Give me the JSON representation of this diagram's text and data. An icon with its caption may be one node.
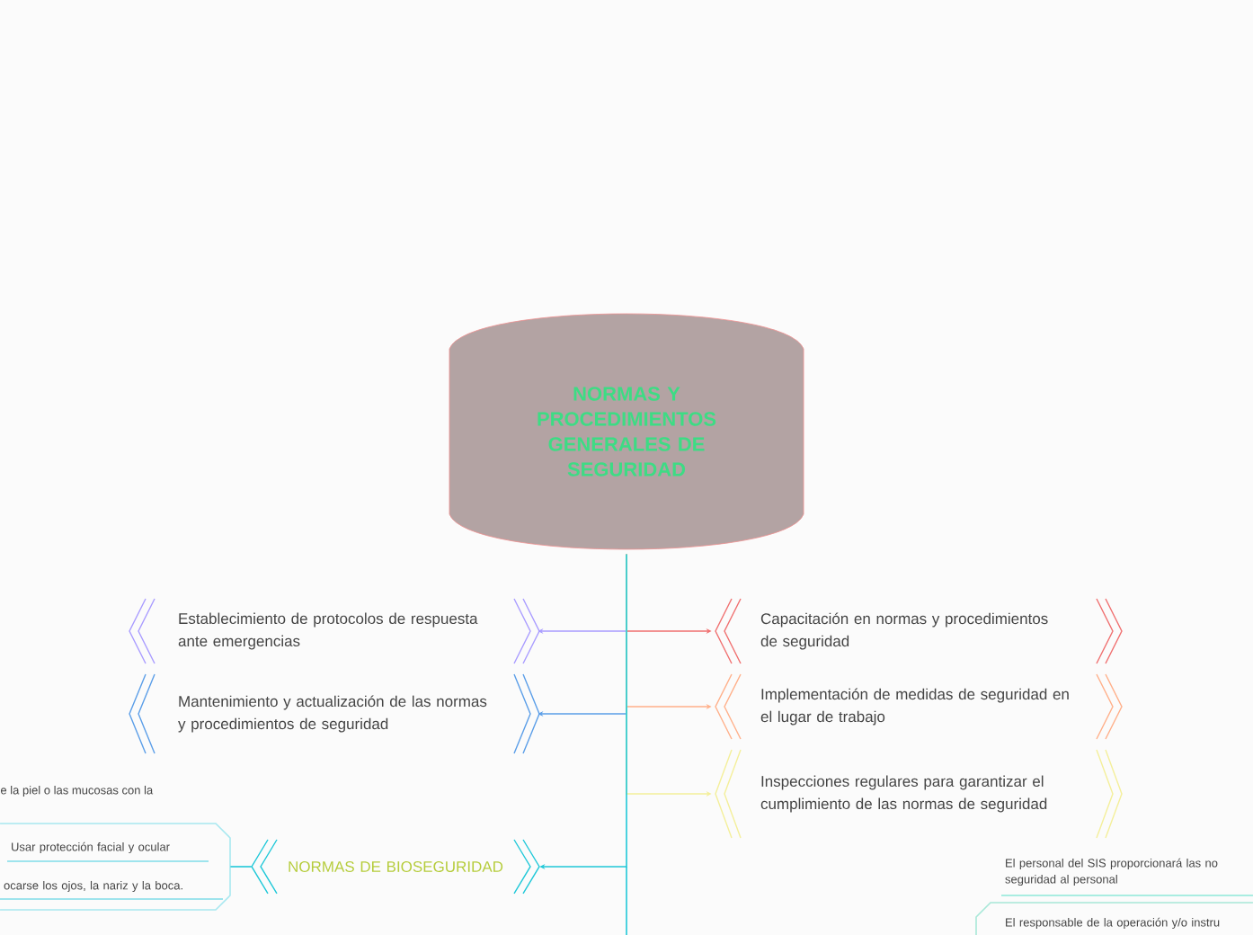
{
  "diagram": {
    "nodes": [
      {
        "text": [
          "NORMAS Y PROCEDIMIENTOS GENERALES DE SEGURIDAD"
        ]
      },
      {
        "text": [
          "Establecimiento de protocolos de respuesta ante emergencias"
        ]
      },
      {
        "text": [
          "Mantenimiento y actualización de las normas y procedimientos de seguridad"
        ]
      },
      {
        "text": [
          "Capacitación en normas y procedimientos de seguridad"
        ]
      },
      {
        "text": [
          "Implementación de medidas de seguridad en el lugar de trabajo"
        ]
      },
      {
        "text": [
          "Inspecciones regulares para garantizar el cumplimiento de las normas de seguridad"
        ]
      },
      {
        "text": [
          "NORMAS DE BIOSEGURIDAD"
        ]
      },
      {
        "text": [
          "e la piel o las mucosas con la"
        ]
      },
      {
        "text": [],
        "shape": "box"
      },
      {
        "text": [
          "Usar protección facial y ocular"
        ],
        "in": 8
      },
      {
        "text": [
          "ocarse los ojos, la nariz y la boca."
        ],
        "in": 8
      },
      {
        "text": [
          "El personal del SIS proporcionará las no seguridad al personal"
        ]
      },
      {
        "text": [],
        "shape": "box"
      },
      {
        "text": [
          "El responsable de la operación y/o instru"
        ],
        "in": 12
      }
    ],
    "edges": [
      {
        "from": 0,
        "to": 1,
        "arrow": "to",
        "color": "#a99cff"
      },
      {
        "from": 0,
        "to": 2,
        "arrow": "to",
        "color": "#5b9ee8"
      },
      {
        "from": 0,
        "to": 3,
        "arrow": "to",
        "color": "#f07070"
      },
      {
        "from": 0,
        "to": 4,
        "arrow": "to",
        "color": "#ffb08a"
      },
      {
        "from": 0,
        "to": 5,
        "arrow": "to",
        "color": "#f4ef9a"
      },
      {
        "from": 0,
        "to": 6,
        "arrow": "to",
        "color": "#20c8d8"
      },
      {
        "from": 6,
        "to": 8,
        "arrow": "none",
        "color": "#20c8d8"
      }
    ]
  }
}
